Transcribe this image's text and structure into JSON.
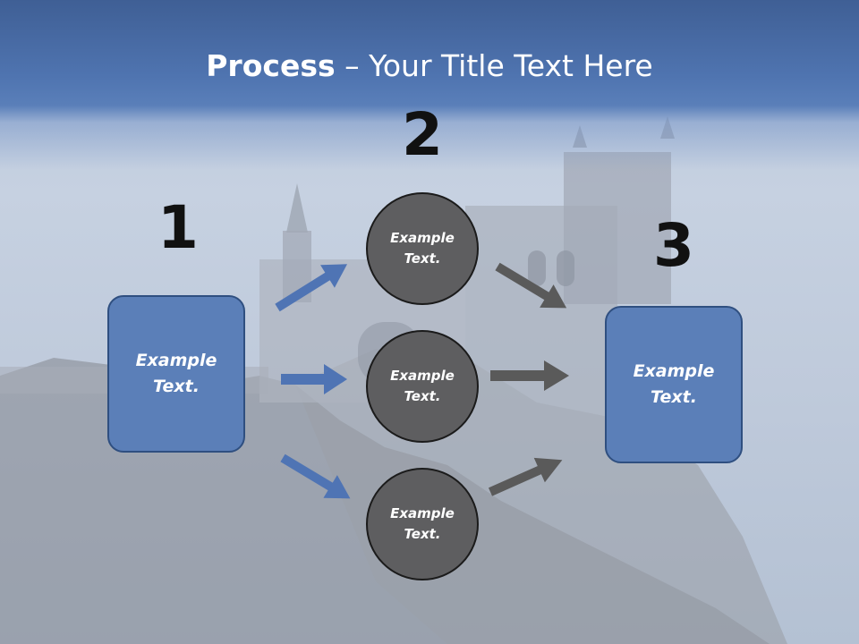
{
  "title": {
    "bold": "Process",
    "rest": " – Your Title Text Here"
  },
  "steps": {
    "one": "1",
    "two": "2",
    "three": "3"
  },
  "boxes": {
    "left": "Example Text.",
    "right": "Example Text."
  },
  "circles": {
    "top": "Example Text.",
    "middle": "Example Text.",
    "bottom": "Example Text."
  },
  "colors": {
    "blue_shape": "#5b7fb8",
    "gray_shape": "#5e5e60",
    "blue_arrow": "#4f74b4",
    "gray_arrow": "#5a5a5a"
  }
}
